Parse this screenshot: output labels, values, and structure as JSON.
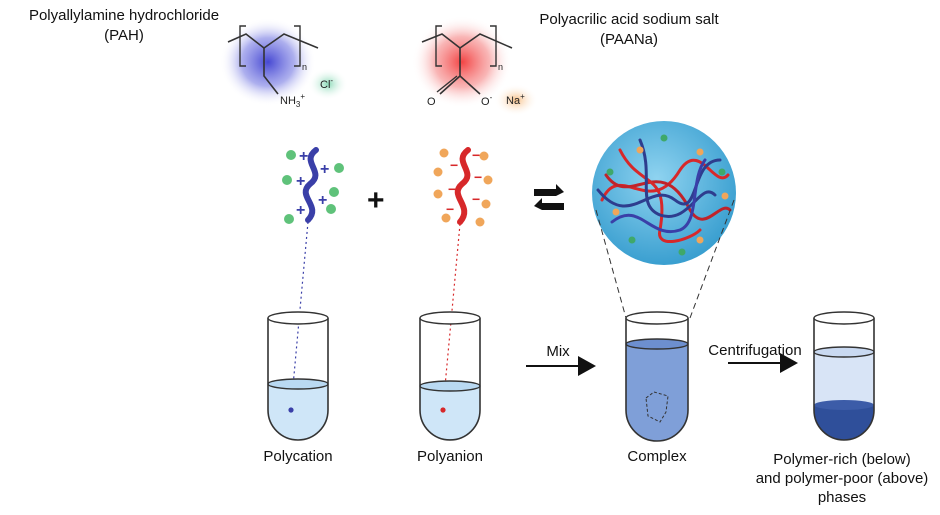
{
  "pah": {
    "name": "Polyallylamine hydrochloride",
    "abbr": "(PAH)",
    "subscript_n": "n",
    "amine": "NH",
    "amine_sub": "3",
    "amine_sup": "+",
    "counterion": "Cl",
    "counterion_sup": "-"
  },
  "paana": {
    "name": "Polyacrilic acid sodium salt",
    "abbr": "(PAANa)",
    "subscript_n": "n",
    "oxygen": "O",
    "oxygen_minus": "O",
    "oxygen_minus_sup": "-",
    "counterion": "Na",
    "counterion_sup": "+"
  },
  "operators": {
    "plus": "+",
    "minus": "−"
  },
  "steps": {
    "mix": "Mix",
    "centrifugation": "Centrifugation"
  },
  "tubes": {
    "polycation": "Polycation",
    "polyanion": "Polyanion",
    "complex": "Complex",
    "phases_line1": "Polymer-rich (below)",
    "phases_line2": "and polymer-poor (above)",
    "phases_line3": "phases"
  },
  "colors": {
    "cation": "#3a3fa8",
    "anion": "#d7282a",
    "cl_ion": "#5fc27a",
    "na_ion": "#f0a65a",
    "solution": "#cfe6f8",
    "complex": "#7f9fd8",
    "dense": "#2f4f9a",
    "bubble": "#4aa8d6"
  }
}
